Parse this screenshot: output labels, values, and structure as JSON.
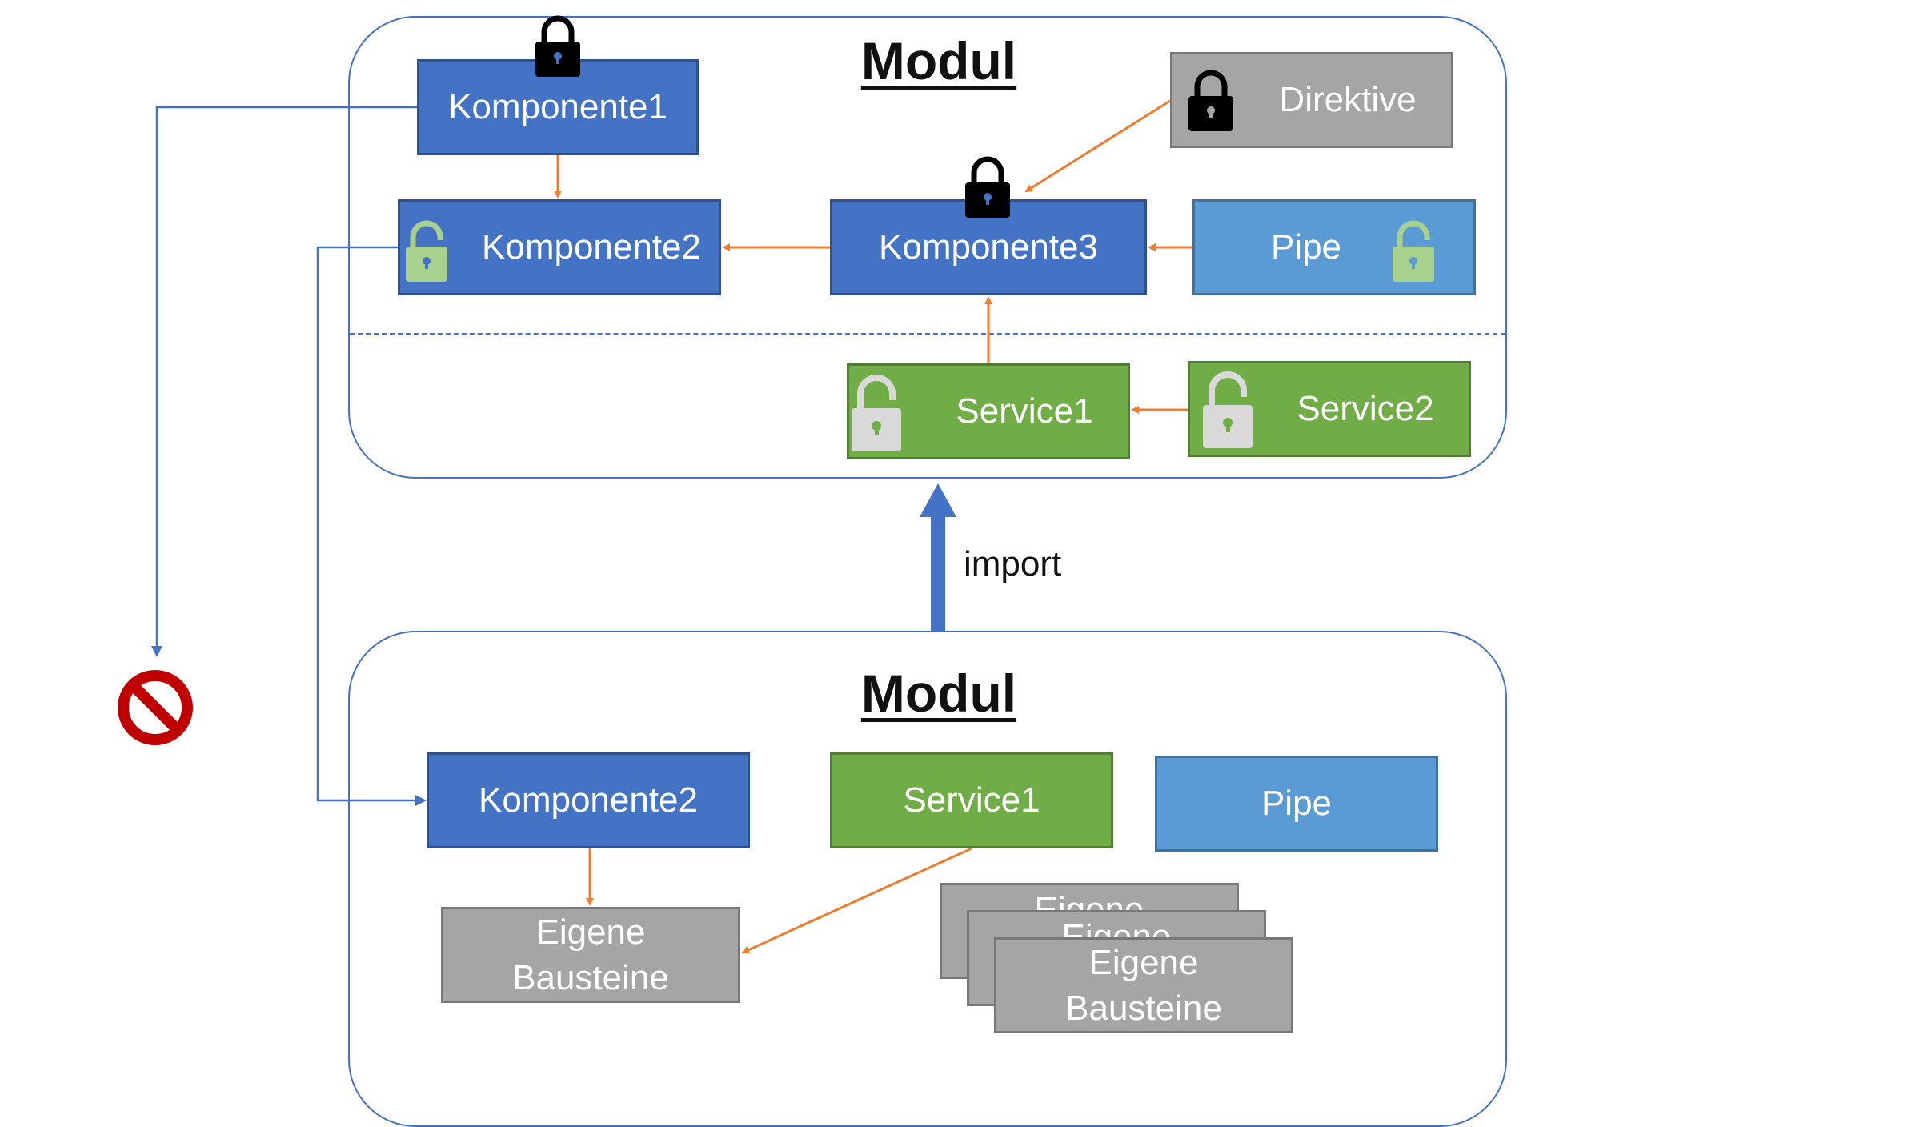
{
  "modules": {
    "top_title": "Modul",
    "bottom_title": "Modul"
  },
  "top": {
    "komponente1": "Komponente1",
    "komponente2": "Komponente2",
    "komponente3": "Komponente3",
    "direktive": "Direktive",
    "pipe": "Pipe",
    "service1": "Service1",
    "service2": "Service2"
  },
  "bottom": {
    "komponente2": "Komponente2",
    "service1": "Service1",
    "pipe": "Pipe",
    "eigene_bausteine": [
      "Eigene",
      "Bausteine"
    ],
    "stack_back": "Eigene",
    "stack_mid": "Eigene",
    "stack_front": [
      "Eigene",
      "Bausteine"
    ]
  },
  "edge_labels": {
    "import": "import"
  },
  "icons": {
    "locked": "lock-closed-icon",
    "unlocked": "lock-open-icon",
    "forbidden": "no-entry-icon"
  },
  "colors": {
    "component": "#4472c4",
    "pipe": "#5b9bd5",
    "service": "#70ad47",
    "custom": "#a5a5a5",
    "module_border": "#4472c4",
    "internal_arrow": "#ed7d31",
    "forbidden": "#c00000"
  }
}
